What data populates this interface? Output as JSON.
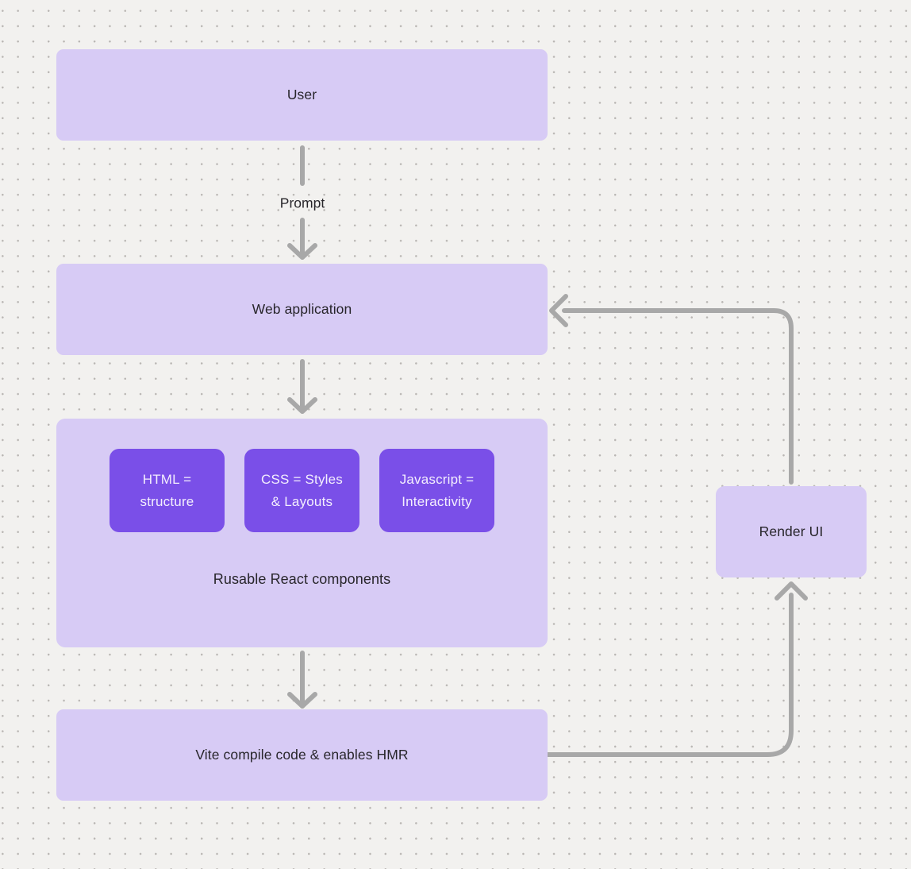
{
  "diagram": {
    "nodes": {
      "user": {
        "label": "User"
      },
      "web_app": {
        "label": "Web application"
      },
      "components_group": {
        "label": "Rusable React components",
        "children": [
          {
            "lines": [
              "HTML =",
              "structure"
            ]
          },
          {
            "lines": [
              "CSS = Styles",
              "& Layouts"
            ]
          },
          {
            "lines": [
              "Javascript =",
              "Interactivity"
            ]
          }
        ]
      },
      "vite": {
        "label": "Vite compile code & enables HMR"
      },
      "render_ui": {
        "label": "Render UI"
      }
    },
    "edges": {
      "prompt_label": "Prompt"
    },
    "colors": {
      "background": "#f2f1ef",
      "dot_grid": "#b9b6b3",
      "node_fill": "#d7cbf5",
      "accent_chip_fill": "#7a4fe8",
      "arrow": "#a8a8a8",
      "text_dark": "#28262b",
      "text_light": "#f3eefd"
    }
  }
}
